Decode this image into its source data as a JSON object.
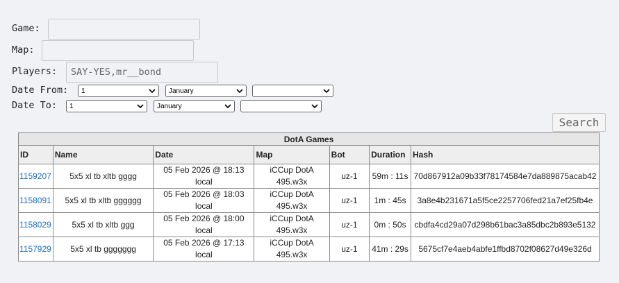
{
  "form": {
    "game_label": "Game:",
    "game_value": "",
    "map_label": "Map:",
    "map_value": "",
    "players_label": "Players:",
    "players_value": "SAY-YES,mr__bond",
    "date_from_label": "Date From:",
    "date_from_day": "1",
    "date_from_month": "January",
    "date_from_year": "",
    "date_to_label": "Date To:",
    "date_to_day": "1",
    "date_to_month": "January",
    "date_to_year": "",
    "search_label": "Search"
  },
  "table": {
    "caption": "DotA Games",
    "columns": [
      "ID",
      "Name",
      "Date",
      "Map",
      "Bot",
      "Duration",
      "Hash"
    ],
    "rows": [
      {
        "id": "1159207",
        "name": "5x5 xl tb xltb gggg",
        "date": "05 Feb 2026 @ 18:13 local",
        "map": "iCCup DotA 495.w3x",
        "bot": "uz-1",
        "duration": "59m : 11s",
        "hash": "70d867912a09b33f78174584e7da889875acab42"
      },
      {
        "id": "1158091",
        "name": "5x5 xl tb xltb gggggg",
        "date": "05 Feb 2026 @ 18:03 local",
        "map": "iCCup DotA 495.w3x",
        "bot": "uz-1",
        "duration": "1m : 45s",
        "hash": "3a8e4b231671a5f5ce2257706fed21a7ef25fb4e"
      },
      {
        "id": "1158029",
        "name": "5x5 xl tb xltb ggg",
        "date": "05 Feb 2026 @ 18:00 local",
        "map": "iCCup DotA 495.w3x",
        "bot": "uz-1",
        "duration": "0m : 50s",
        "hash": "cbdfa4cd29a07d298b61bac3a85dbc2b893e5132"
      },
      {
        "id": "1157929",
        "name": "5x5 xl tb ggggggg",
        "date": "05 Feb 2026 @ 17:13 local",
        "map": "iCCup DotA 495.w3x",
        "bot": "uz-1",
        "duration": "41m : 29s",
        "hash": "5675cf7e4aeb4abfe1ffbd8702f08627d49e326d"
      }
    ]
  }
}
